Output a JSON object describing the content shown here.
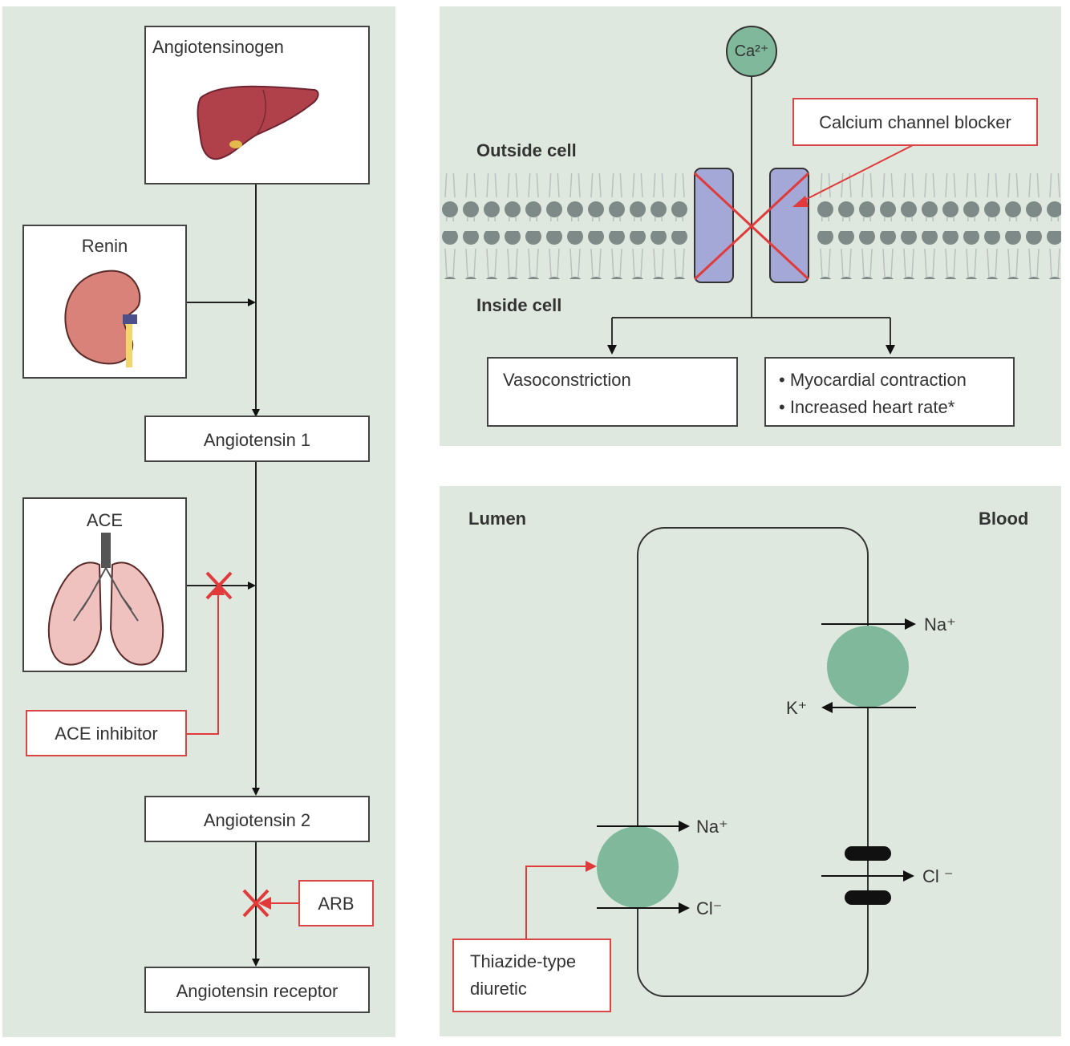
{
  "raas": {
    "angiotensinogen": "Angiotensinogen",
    "renin": "Renin",
    "angiotensin1": "Angiotensin 1",
    "ace": "ACE",
    "ace_inhibitor": "ACE inhibitor",
    "angiotensin2": "Angiotensin 2",
    "arb": "ARB",
    "receptor": "Angiotensin receptor"
  },
  "ccb": {
    "ion": "Ca²⁺",
    "blocker": "Calcium channel blocker",
    "outside": "Outside cell",
    "inside": "Inside cell",
    "vasoconstriction": "Vasoconstriction",
    "effect1": "• Myocardial contraction",
    "effect2": "• Increased heart rate*"
  },
  "thiazide": {
    "lumen": "Lumen",
    "blood": "Blood",
    "na_top": "Na⁺",
    "k": "K⁺",
    "na_left": "Na⁺",
    "cl_left": "Cl⁻",
    "cl_right": "Cl ⁻",
    "drug_line1": "Thiazide-type",
    "drug_line2": "diuretic"
  },
  "colors": {
    "panel_bg": "#dfe8df",
    "block_red": "#e03a3a",
    "channel": "#a3a8d6",
    "transporter": "#7fb89a"
  }
}
